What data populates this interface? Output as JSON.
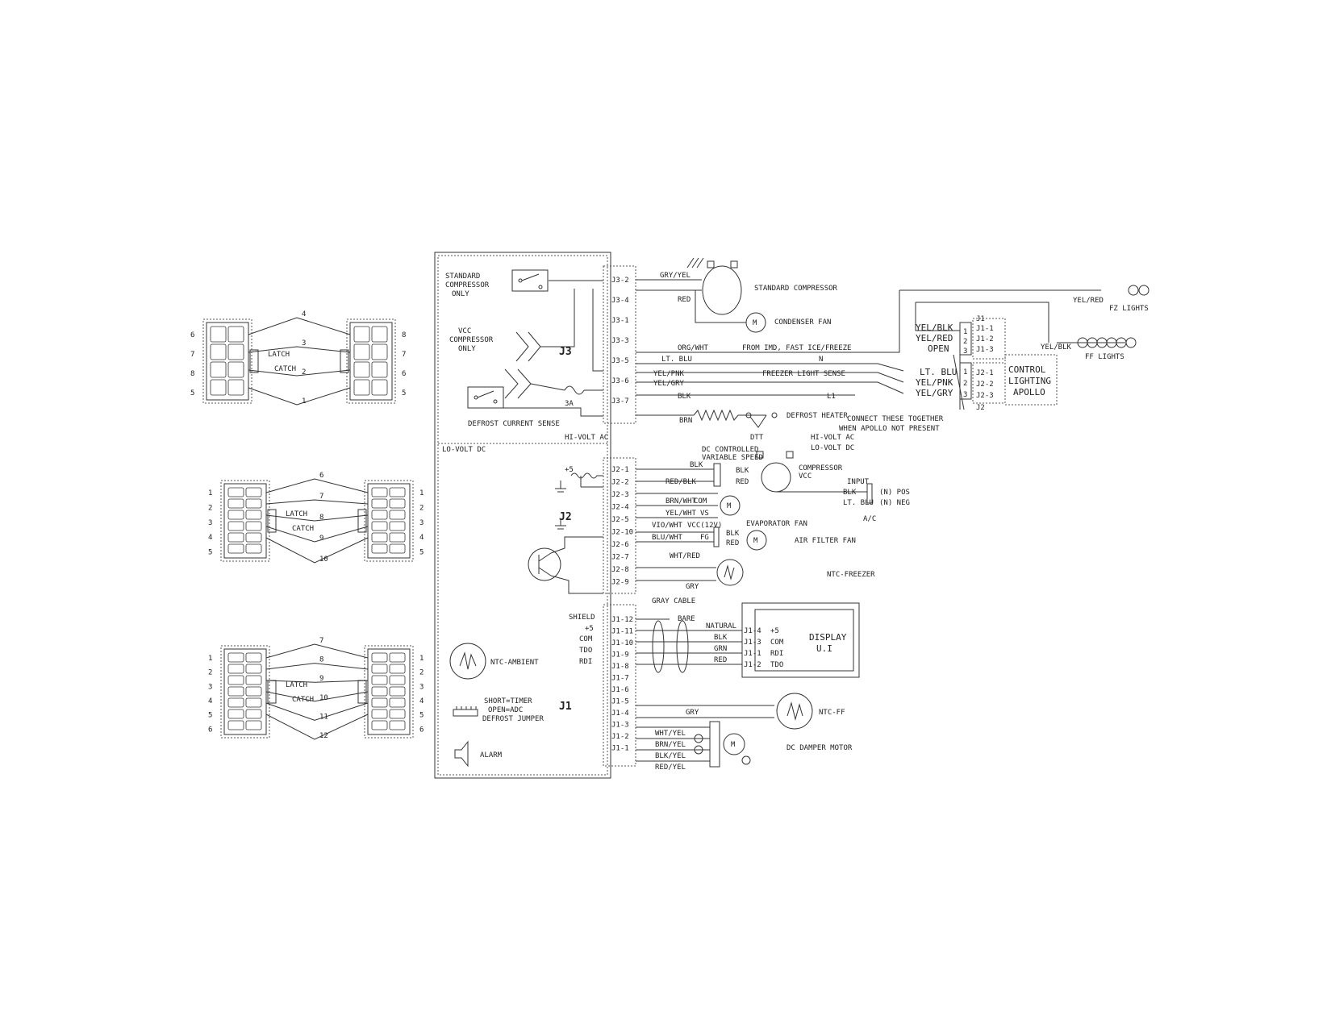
{
  "colors": {
    "ink": "#333333",
    "paper": "#ffffff"
  },
  "sections": {
    "j1": "J1",
    "j2": "J2",
    "j3": "J3",
    "hi_volt_ac": "HI-VOLT AC",
    "lo_volt_dc": "LO-VOLT DC"
  },
  "j3_pins": [
    "J3-2",
    "J3-4",
    "J3-1",
    "J3-3",
    "J3-5",
    "J3-6",
    "J3-7"
  ],
  "j2_pins": [
    "J2-1",
    "J2-2",
    "J2-3",
    "J2-4",
    "J2-5",
    "J2-10",
    "J2-6",
    "J2-7",
    "J2-8",
    "J2-9"
  ],
  "j1_pins": [
    "J1-12",
    "J1-11",
    "J1-10",
    "J1-9",
    "J1-8",
    "J1-7",
    "J1-6",
    "J1-5",
    "J1-4",
    "J1-3",
    "J1-2",
    "J1-1"
  ],
  "board_labels": {
    "standard_compressor_only": [
      "STANDARD",
      "COMPRESSOR",
      "ONLY"
    ],
    "vcc_compressor_only": [
      "VCC",
      "COMPRESSOR",
      "ONLY"
    ],
    "fuse": "3A",
    "defrost_current_sense": "DEFROST CURRENT SENSE",
    "plus5": "+5",
    "ntc_ambient": "NTC-AMBIENT",
    "defrost_jumper": [
      "DEFROST JUMPER",
      "OPEN=ADC",
      "SHORT=TIMER"
    ],
    "alarm": "ALARM",
    "j1_signals": [
      "SHIELD",
      "+5",
      "COM",
      "TDO",
      "RDI"
    ]
  },
  "wires_j3": [
    "GRY/YEL",
    "RED",
    "ORG/WHT",
    "LT. BLU",
    "YEL/PNK",
    "YEL/GRY",
    "BLK",
    "BRN"
  ],
  "wires_j2": [
    "BLK",
    "RED/BLK",
    "BRN/WHT",
    "YEL/WHT",
    "VIO/WHT",
    "BLU/WHT",
    "WHT/RED",
    "GRY"
  ],
  "wires_j1": [
    "GRAY CABLE",
    "BARE",
    "NATURAL",
    "BLK",
    "GRN",
    "RED",
    "GRY",
    "WHT/YEL",
    "BRN/YEL",
    "BLK/YEL",
    "RED/YEL"
  ],
  "j2_signals": [
    "COM",
    "VS",
    "VCC(12V)",
    "FG",
    "BLK",
    "RED",
    "BLK",
    "RED"
  ],
  "components": {
    "standard_compressor": "STANDARD COMPRESSOR",
    "condenser_fan": "CONDENSER FAN",
    "from_imd": "FROM IMD, FAST ICE/FREEZE",
    "n": "N",
    "freezer_light_sense": "FREEZER LIGHT SENSE",
    "l1": "L1",
    "defrost_heater": "DEFROST HEATER",
    "dtt": "DTT",
    "vcc_compressor": [
      "VCC",
      "COMPRESSOR"
    ],
    "variable_speed": [
      "VARIABLE SPEED",
      "DC CONTROLLED"
    ],
    "input": "INPUT",
    "in_pos": "(N) POS",
    "in_neg": "(N) NEG",
    "lt_blu": "LT. BLU",
    "a_c": "A/C",
    "evaporator_fan": "EVAPORATOR FAN",
    "air_filter_fan": "AIR FILTER FAN",
    "ntc_freezer": "NTC-FREEZER",
    "ui_display": [
      "U.I",
      "DISPLAY"
    ],
    "ui_signals": [
      "+5",
      "COM",
      "RDI",
      "TDO"
    ],
    "ui_pins": [
      "J1-4",
      "J1-3",
      "J1-1",
      "J1-2"
    ],
    "ntc_ff": "NTC-FF",
    "dc_damper_motor": "DC DAMPER MOTOR",
    "motor": "M"
  },
  "lighting": {
    "fz_lights": "FZ LIGHTS",
    "ff_lights": "FF LIGHTS",
    "yel_red": "YEL/RED",
    "yel_blk": "YEL/BLK",
    "open": "OPEN",
    "lt_blu": "LT. BLU",
    "yel_pnk": "YEL/PNK",
    "yel_gry": "YEL/GRY",
    "apollo_control": [
      "CONTROL",
      "LIGHTING",
      "APOLLO"
    ],
    "j1_pins": [
      "J1-1",
      "J1-2",
      "J1-3"
    ],
    "j2_pins": [
      "J2-1",
      "J2-2",
      "J2-3"
    ],
    "j1": "J1",
    "j2": "J2",
    "note": [
      "CONNECT THESE TOGETHER",
      "WHEN APOLLO NOT PRESENT"
    ]
  },
  "connectors": {
    "latch": "LATCH",
    "catch": "CATCH",
    "c1_left": [
      "6",
      "7",
      "8",
      "5"
    ],
    "c1_right": [
      "4",
      "3",
      "2",
      "1"
    ],
    "c1_far": [
      "8",
      "7",
      "6",
      "5"
    ],
    "c2_left": [
      "1",
      "2",
      "3",
      "4",
      "5"
    ],
    "c2_right": [
      "6",
      "7",
      "8",
      "9",
      "10"
    ],
    "c2_far": [
      "1",
      "2",
      "3",
      "4",
      "5"
    ],
    "c3_left": [
      "1",
      "2",
      "3",
      "4",
      "5",
      "6"
    ],
    "c3_right": [
      "7",
      "8",
      "9",
      "10",
      "11",
      "12"
    ],
    "c3_far": [
      "1",
      "2",
      "3",
      "4",
      "5",
      "6"
    ]
  }
}
